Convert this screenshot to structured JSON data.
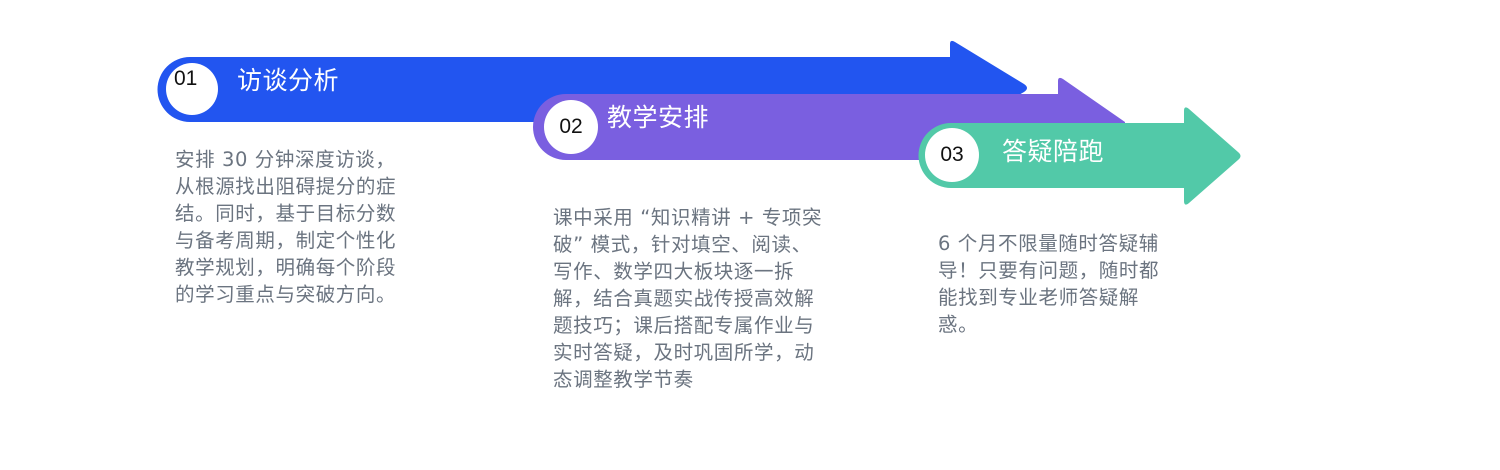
{
  "colors": {
    "step1": "#2255F0",
    "step2": "#7A5FE0",
    "step3": "#52C9A8",
    "description_text": "#6B7480"
  },
  "steps": [
    {
      "number": "01",
      "title": "访谈分析",
      "description": "安排 30 分钟深度访谈，从根源找出阻碍提分的症结。同时，基于目标分数与备考周期，制定个性化教学规划，明确每个阶段的学习重点与突破方向。"
    },
    {
      "number": "02",
      "title": "教学安排",
      "description": "课中采用 “知识精讲 + 专项突破” 模式，针对填空、阅读、写作、数学四大板块逐一拆解，结合真题实战传授高效解题技巧；课后搭配专属作业与实时答疑，及时巩固所学，动态调整教学节奏"
    },
    {
      "number": "03",
      "title": "答疑陪跑",
      "description": "6 个月不限量随时答疑辅导！只要有问题，随时都能找到专业老师答疑解惑。"
    }
  ]
}
